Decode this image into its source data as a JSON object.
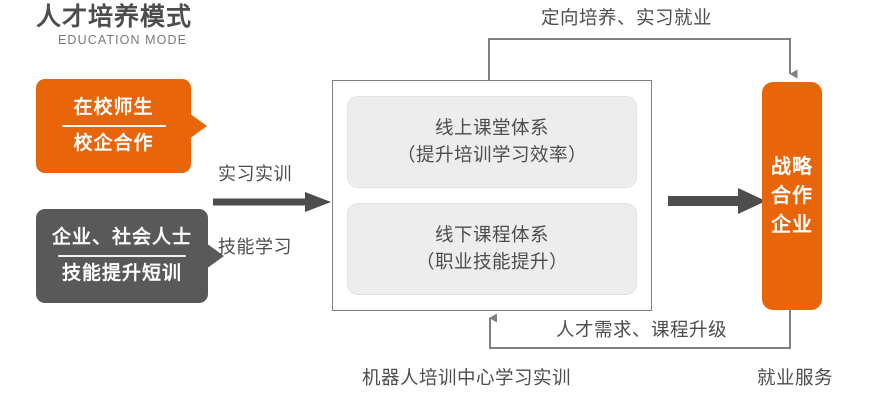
{
  "header": {
    "title": "人才培养模式",
    "subtitle": "EDUCATION MODE"
  },
  "colors": {
    "orange": "#E8650A",
    "gray": "#595959",
    "text": "#4D4D4D",
    "card_bg": "#EDEDED",
    "connector": "#808080"
  },
  "left_callouts": [
    {
      "id": "students",
      "line1": "在校师生",
      "line2": "校企合作",
      "color": "#E8650A"
    },
    {
      "id": "professionals",
      "line1": "企业、社会人士",
      "line2": "技能提升短训",
      "color": "#595959"
    }
  ],
  "flow": {
    "label_top": "实习实训",
    "label_bottom": "技能学习",
    "arrow_icon": "right-arrow-icon"
  },
  "center": {
    "cards": [
      {
        "id": "online",
        "line1": "线上课堂体系",
        "line2": "（提升培训学习效率）"
      },
      {
        "id": "offline",
        "line1": "线下课程体系",
        "line2": "（职业技能提升）"
      }
    ]
  },
  "big_arrow": {
    "icon": "right-arrow-icon"
  },
  "partner": {
    "lines": [
      "战略",
      "合作",
      "企业"
    ]
  },
  "loops": {
    "top_label": "定向培养、实习就业",
    "bottom_label": "人才需求、课程升级"
  },
  "captions": {
    "center": "机器人培训中心学习实训",
    "right": "就业服务"
  }
}
